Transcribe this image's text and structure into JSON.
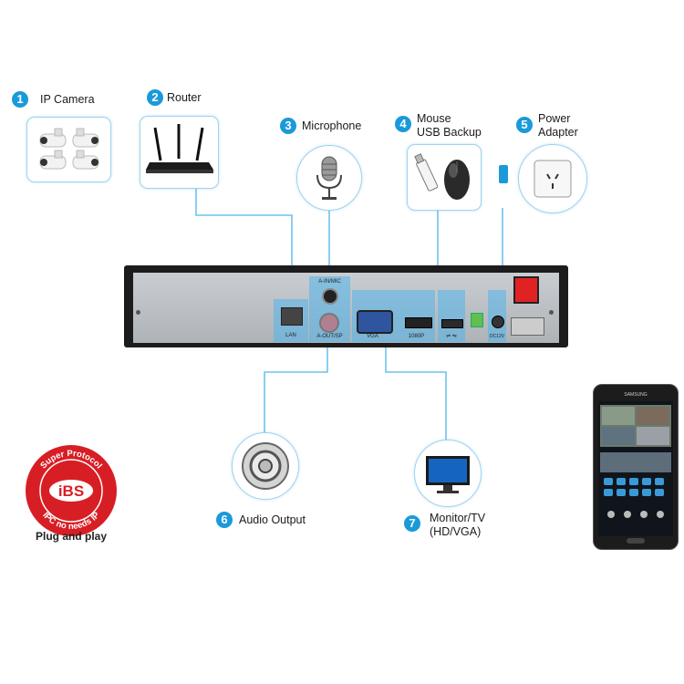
{
  "steps": [
    {
      "num": "1",
      "label": "IP Camera"
    },
    {
      "num": "2",
      "label": "Router"
    },
    {
      "num": "3",
      "label": "Microphone"
    },
    {
      "num": "4",
      "label_line1": "Mouse",
      "label_line2": "USB Backup"
    },
    {
      "num": "5",
      "label_line1": "Power",
      "label_line2": "Adapter"
    },
    {
      "num": "6",
      "label": "Audio Output"
    },
    {
      "num": "7",
      "label_line1": "Monitor/TV",
      "label_line2": "(HD/VGA)"
    }
  ],
  "ports": {
    "lan": "LAN",
    "a_in_mic": "A-IN/MIC",
    "a_out_sp": "A-OUT/SP",
    "vga": "VGA",
    "hdmi": "1080P",
    "usb": "⇌ ⇋",
    "power": "DC12V"
  },
  "badge": {
    "text": "iBS",
    "ring_top": "Super Protocol",
    "ring_bottom": "IPC no needs IP",
    "caption": "Plug and play"
  },
  "phone": {
    "brand": "SAMSUNG"
  },
  "colors": {
    "accent": "#1a9ad9",
    "line": "#6cc3ec",
    "badge": "#d81e25"
  },
  "icons": [
    "camera-icon",
    "router-icon",
    "microphone-icon",
    "mouse-icon",
    "usb-drive-icon",
    "power-socket-icon",
    "speaker-icon",
    "monitor-icon",
    "smartphone-icon"
  ]
}
